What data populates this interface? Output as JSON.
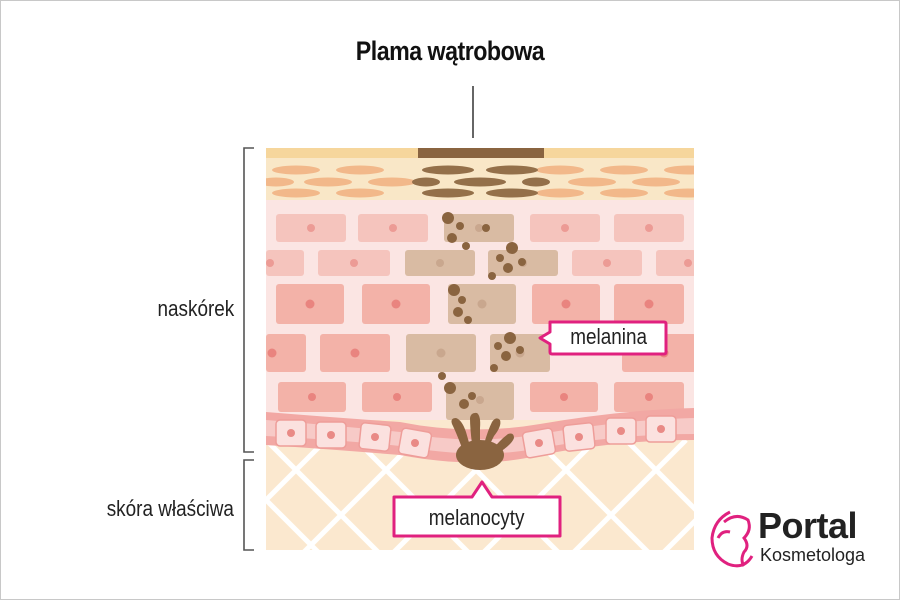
{
  "title": "Plama wątrobowa",
  "labels": {
    "epidermis": "naskórek",
    "dermis": "skóra właściwa",
    "melanin": "melanina",
    "melanocytes": "melanocyty"
  },
  "logo": {
    "name": "Portal",
    "subtitle": "Kosmetologa"
  },
  "colors": {
    "callout_border": "#e0217f",
    "logo_pink": "#e0217f",
    "surface_layer": "#f7d9a8",
    "cell_pink": "#f4b8ae",
    "nucleus": "#e98a86",
    "pigment": "#8a6440",
    "dermis": "#fbe8cf"
  }
}
